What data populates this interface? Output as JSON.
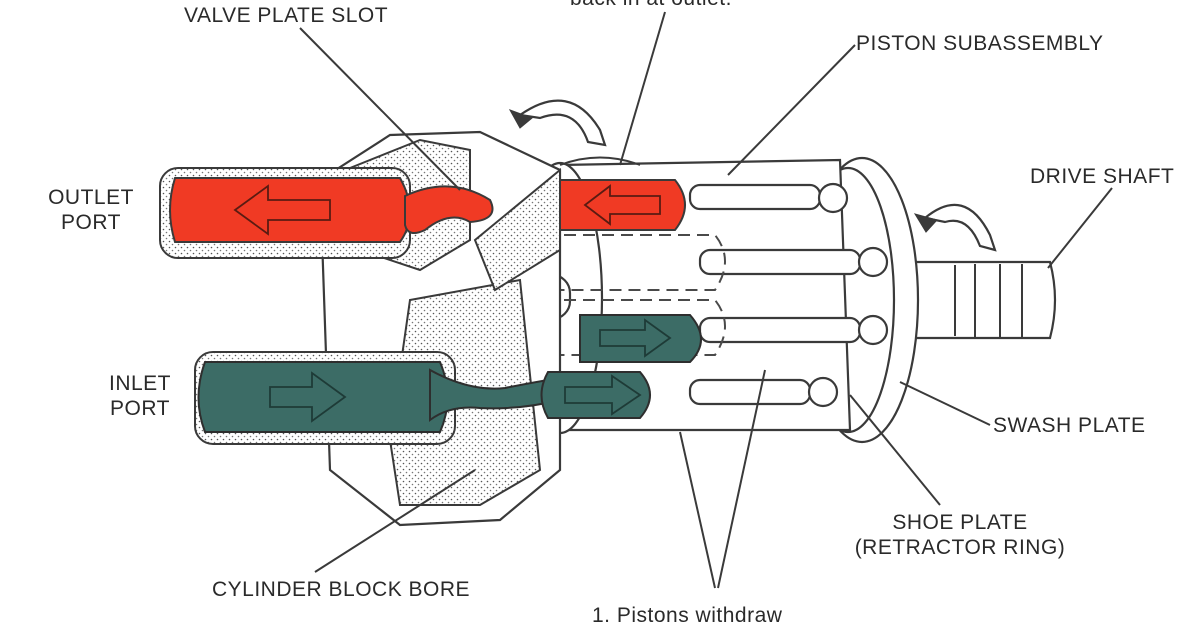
{
  "labels": {
    "top_partial": "back in at outlet.",
    "valve_plate_slot": "VALVE PLATE SLOT",
    "piston_subassembly": "PISTON SUBASSEMBLY",
    "drive_shaft": "DRIVE SHAFT",
    "outlet_port_line1": "OUTLET",
    "outlet_port_line2": "PORT",
    "inlet_port_line1": "INLET",
    "inlet_port_line2": "PORT",
    "swash_plate": "SWASH PLATE",
    "shoe_plate_line1": "SHOE PLATE",
    "shoe_plate_line2": "(RETRACTOR RING)",
    "cylinder_block_bore": "CYLINDER BLOCK BORE",
    "pistons_withdraw": "1. Pistons withdraw"
  },
  "colors": {
    "outlet_fluid": "#f03a24",
    "inlet_fluid": "#3c6c66",
    "line": "#3a3a3a"
  }
}
